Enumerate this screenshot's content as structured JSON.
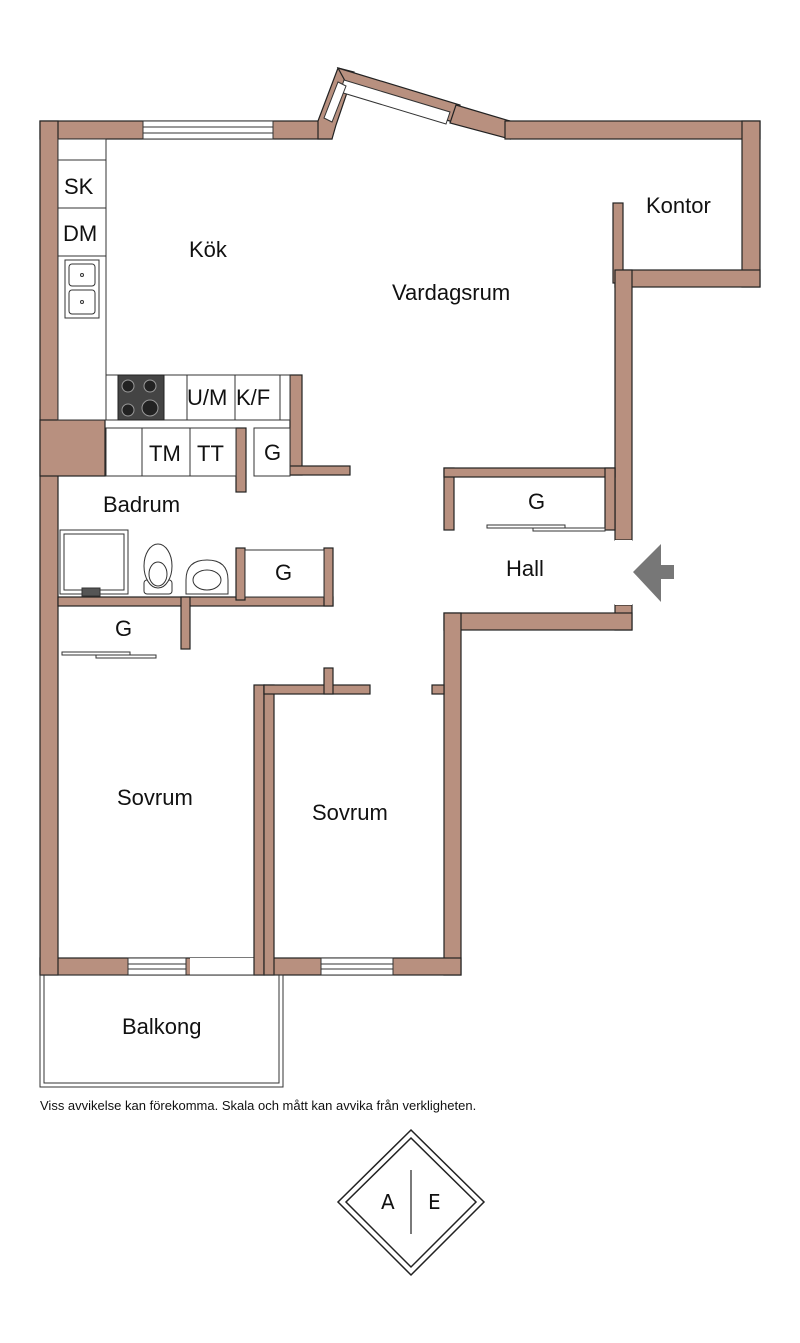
{
  "colors": {
    "wall": "#b8907f",
    "wall_stroke": "#222222",
    "line": "#333333",
    "arrow": "#777777"
  },
  "rooms": {
    "kitchen": "Kök",
    "living": "Vardagsrum",
    "office": "Kontor",
    "bathroom": "Badrum",
    "hall": "Hall",
    "bedroom_left": "Sovrum",
    "bedroom_right": "Sovrum",
    "balcony": "Balkong"
  },
  "appliances": {
    "sk": "SK",
    "dm": "DM",
    "um": "U/M",
    "kf": "K/F",
    "tm": "TM",
    "tt": "TT",
    "closet_kitchen": "G",
    "closet_hall": "G",
    "closet_bath": "G",
    "closet_bedroom": "G"
  },
  "entrance_icon": "entrance-arrow-icon",
  "disclaimer": "Viss avvikelse kan förekomma. Skala och mått kan avvika från verkligheten.",
  "logo": {
    "left": "A",
    "right": "E"
  }
}
